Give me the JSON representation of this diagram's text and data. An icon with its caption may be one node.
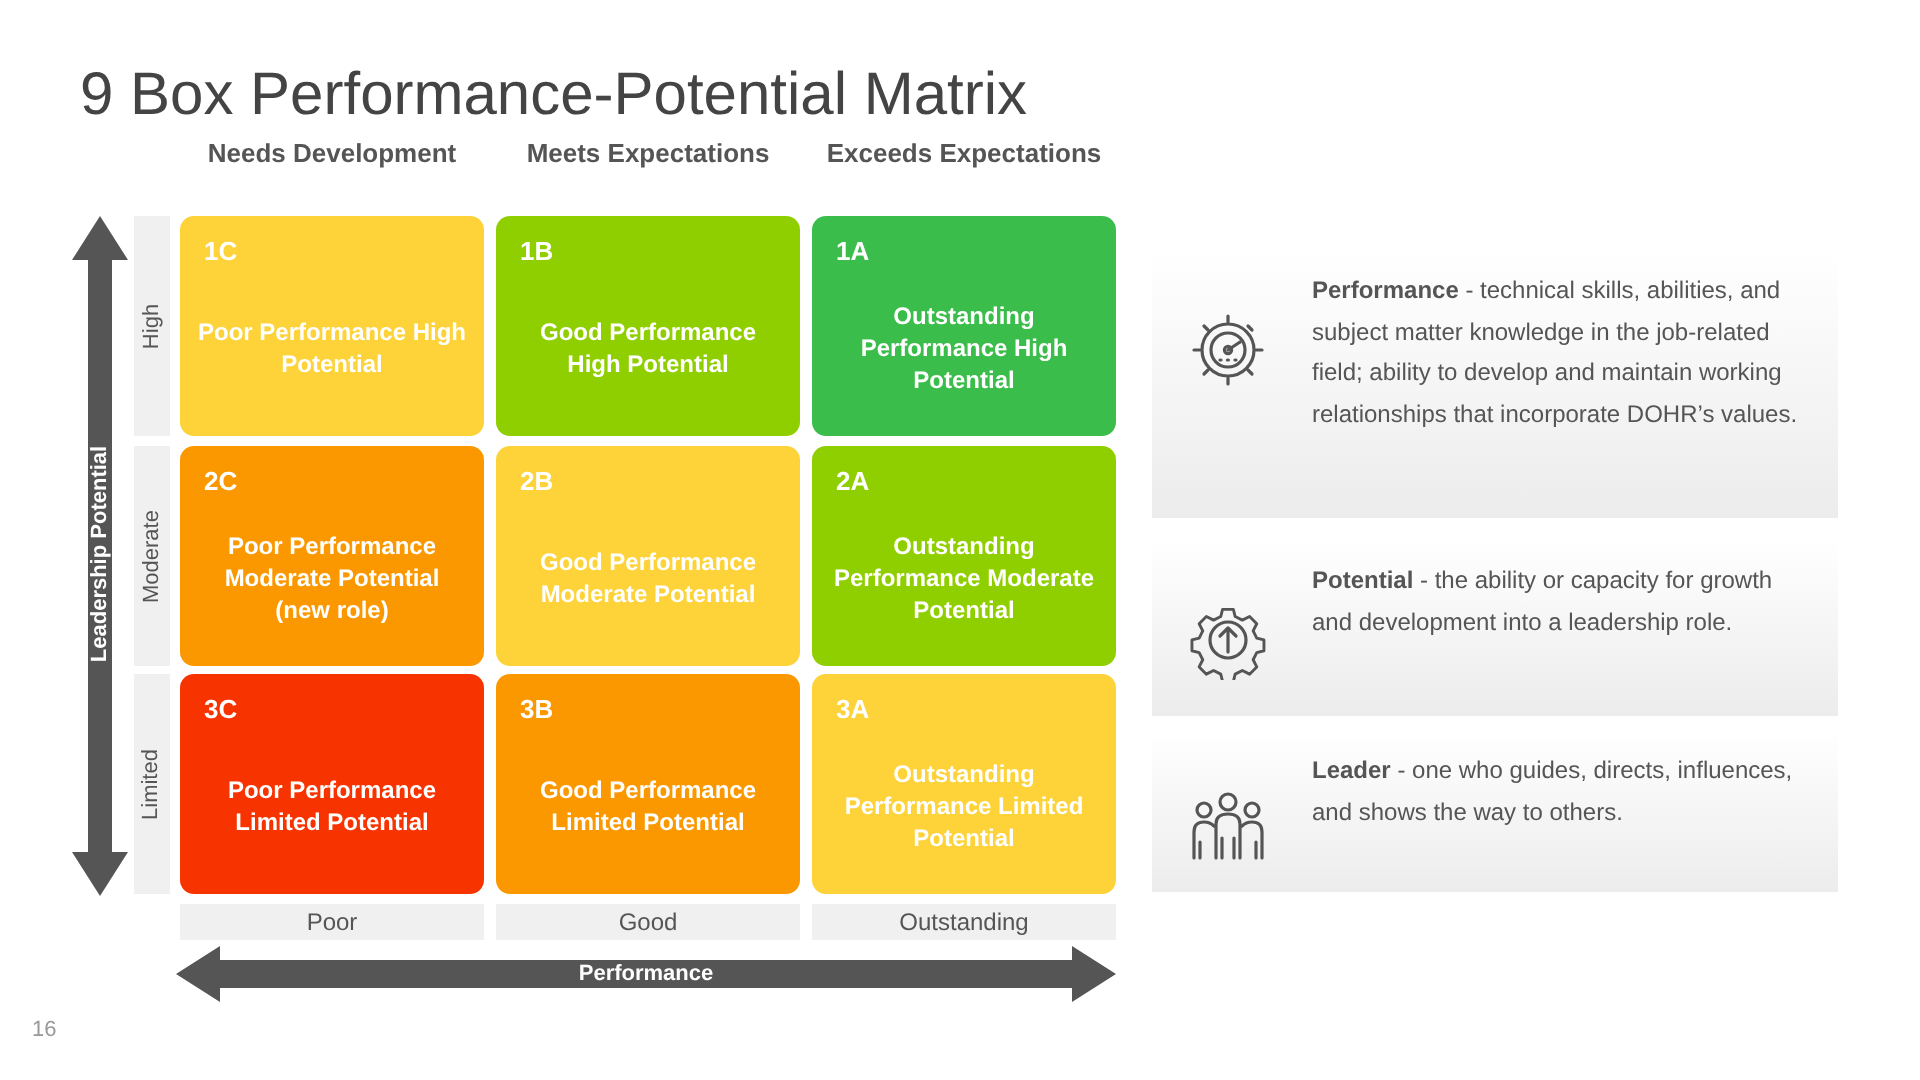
{
  "diagram": {
    "title": "9 Box Performance-Potential Matrix",
    "nodes": [
      {
        "text": [
          "1C",
          "Poor Performance High Potential"
        ]
      },
      {
        "text": [
          "1B",
          "Good Performance High Potential"
        ]
      },
      {
        "text": [
          "1A",
          "Outstanding Performance High Potential"
        ]
      },
      {
        "text": [
          "2C",
          "Poor Performance Moderate Potential (new role)"
        ]
      },
      {
        "text": [
          "2B",
          "Good Performance Moderate Potential"
        ]
      },
      {
        "text": [
          "2A",
          "Outstanding Performance Moderate Potential"
        ]
      },
      {
        "text": [
          "3C",
          "Poor Performance Limited Potential"
        ]
      },
      {
        "text": [
          "3B",
          "Good Performance Limited Potential"
        ]
      },
      {
        "text": [
          "3A",
          "Outstanding Performance Limited Potential"
        ]
      },
      {
        "text": [
          "High"
        ]
      },
      {
        "text": [
          "Moderate"
        ]
      },
      {
        "text": [
          "Limited"
        ]
      },
      {
        "text": [
          "Poor"
        ]
      },
      {
        "text": [
          "Good"
        ]
      },
      {
        "text": [
          "Outstanding"
        ]
      },
      {
        "text": [
          "**Performance** - technical skills, abilities, and subject matter knowledge in the job-related field; ability to develop and maintain working relationships that incorporate DOHR’s values."
        ]
      },
      {
        "text": [
          "**Potential** - the ability or capacity for growth and development into a leadership role."
        ]
      },
      {
        "text": [
          "**Leader** - one who guides, directs, influences, and shows the way to others."
        ]
      }
    ],
    "labels": [
      "Needs Development",
      "Meets Expectations",
      "Exceeds Expectations",
      "Leadership Potential",
      "Performance",
      "16"
    ]
  }
}
